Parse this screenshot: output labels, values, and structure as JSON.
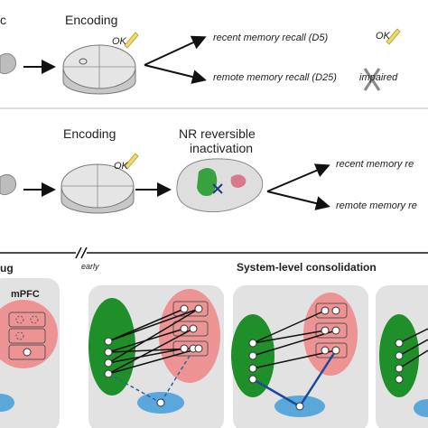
{
  "panel_a": {
    "left_cut_label": "c",
    "encoding_label": "Encoding",
    "ok_label": "OK",
    "recent_recall": "recent memory recall (D5)",
    "remote_recall": "remote memory recall (D25)",
    "ok_result": "OK",
    "impaired_result": "impaired"
  },
  "panel_b": {
    "encoding_label": "Encoding",
    "ok_label": "OK",
    "inactivation_line1": "NR reversible",
    "inactivation_line2": "inactivation",
    "recent_recall": "recent memory re",
    "remote_recall": "remote memory re"
  },
  "timeline": {
    "left_label": "ug",
    "early_label": "early",
    "consolidation_label": "System-level consolidation"
  },
  "panels": {
    "mpfc_label": "mPFC"
  },
  "colors": {
    "green": "#1f8f2a",
    "pink": "#ee9393",
    "blue": "#5aa7dc",
    "panel_bg": "#e2e2e2"
  }
}
